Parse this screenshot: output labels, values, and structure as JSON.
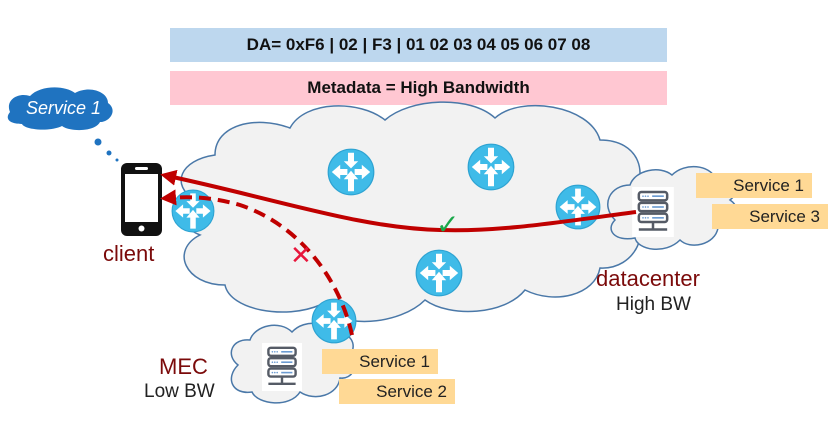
{
  "header": {
    "destination_address": "DA= 0xF6 | 02 | F3 | 01 02 03 04 05 06 07 08",
    "metadata": "Metadata = High Bandwidth"
  },
  "client": {
    "label": "client",
    "thought_bubble": "Service 1"
  },
  "datacenter": {
    "label": "datacenter",
    "bandwidth": "High BW",
    "services": [
      "Service 1",
      "Service 3"
    ]
  },
  "mec": {
    "label": "MEC",
    "bandwidth": "Low BW",
    "services": [
      "Service 1",
      "Service 2"
    ]
  },
  "paths": {
    "selected_marker": "✓",
    "rejected_marker": "✕"
  },
  "colors": {
    "da_bar": "#bdd7ee",
    "metadata_bar": "#ffc7d2",
    "router": "#3fbbe8",
    "path": "#c00000",
    "check": "#1aa84a",
    "cross": "#e8163c",
    "node_label": "#7b0a0a",
    "service_tag": "#ffd995",
    "cloud_fill": "#f2f2f2",
    "cloud_stroke": "#4a78a8",
    "bubble": "#1f73c0"
  }
}
